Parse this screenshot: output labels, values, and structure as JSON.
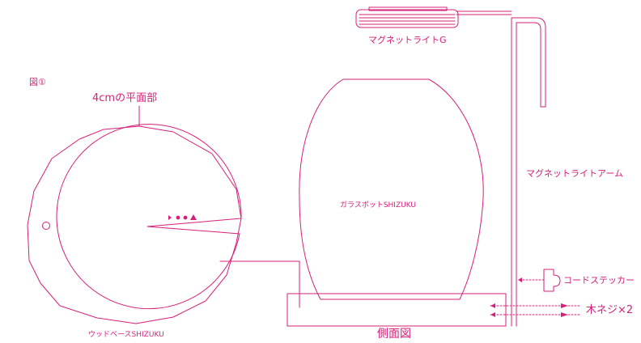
{
  "labels": {
    "figure_no": "図①",
    "flat_area": "4cmの平面部",
    "magnet_light": "マグネットライトG",
    "glass_pot": "ガラスポットSHIZUKU",
    "magnet_arm": "マグネットライトアーム",
    "cord_sticker": "コードステッカー",
    "wood_screw": "木ネジ×2",
    "side_view": "側面図",
    "wood_base": "ウッドベースSHIZUKU"
  },
  "colors": {
    "accent": "#d6207a",
    "background": "#ffffff"
  }
}
